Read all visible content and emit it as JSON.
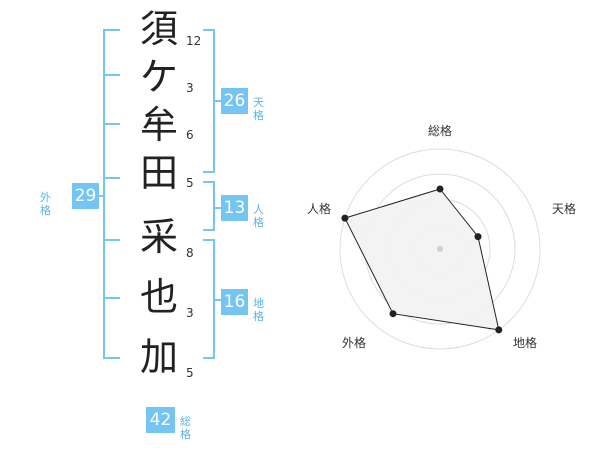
{
  "name_chars": [
    "須",
    "ケ",
    "牟",
    "田",
    "采",
    "也",
    "加"
  ],
  "strokes": [
    "12",
    "3",
    "6",
    "5",
    "8",
    "3",
    "5"
  ],
  "groups": {
    "tenkaku": {
      "value": "26",
      "label": "天格"
    },
    "jinkaku": {
      "value": "13",
      "label": "人格"
    },
    "chikaku": {
      "value": "16",
      "label": "地格"
    },
    "gaikaku": {
      "value": "29",
      "label": "外格"
    },
    "soukaku": {
      "value": "42",
      "label": "総格"
    }
  },
  "chart_data": {
    "type": "radar",
    "axes": [
      "総格",
      "天格",
      "地格",
      "外格",
      "人格"
    ],
    "values": [
      0.6,
      0.4,
      1.0,
      0.8,
      1.0
    ],
    "max": 1.0,
    "rings": 4,
    "fill_color": "#f2f2f2",
    "line_color": "#222222",
    "ring_color": "#dddddd"
  },
  "colors": {
    "accent": "#74c5f4"
  }
}
